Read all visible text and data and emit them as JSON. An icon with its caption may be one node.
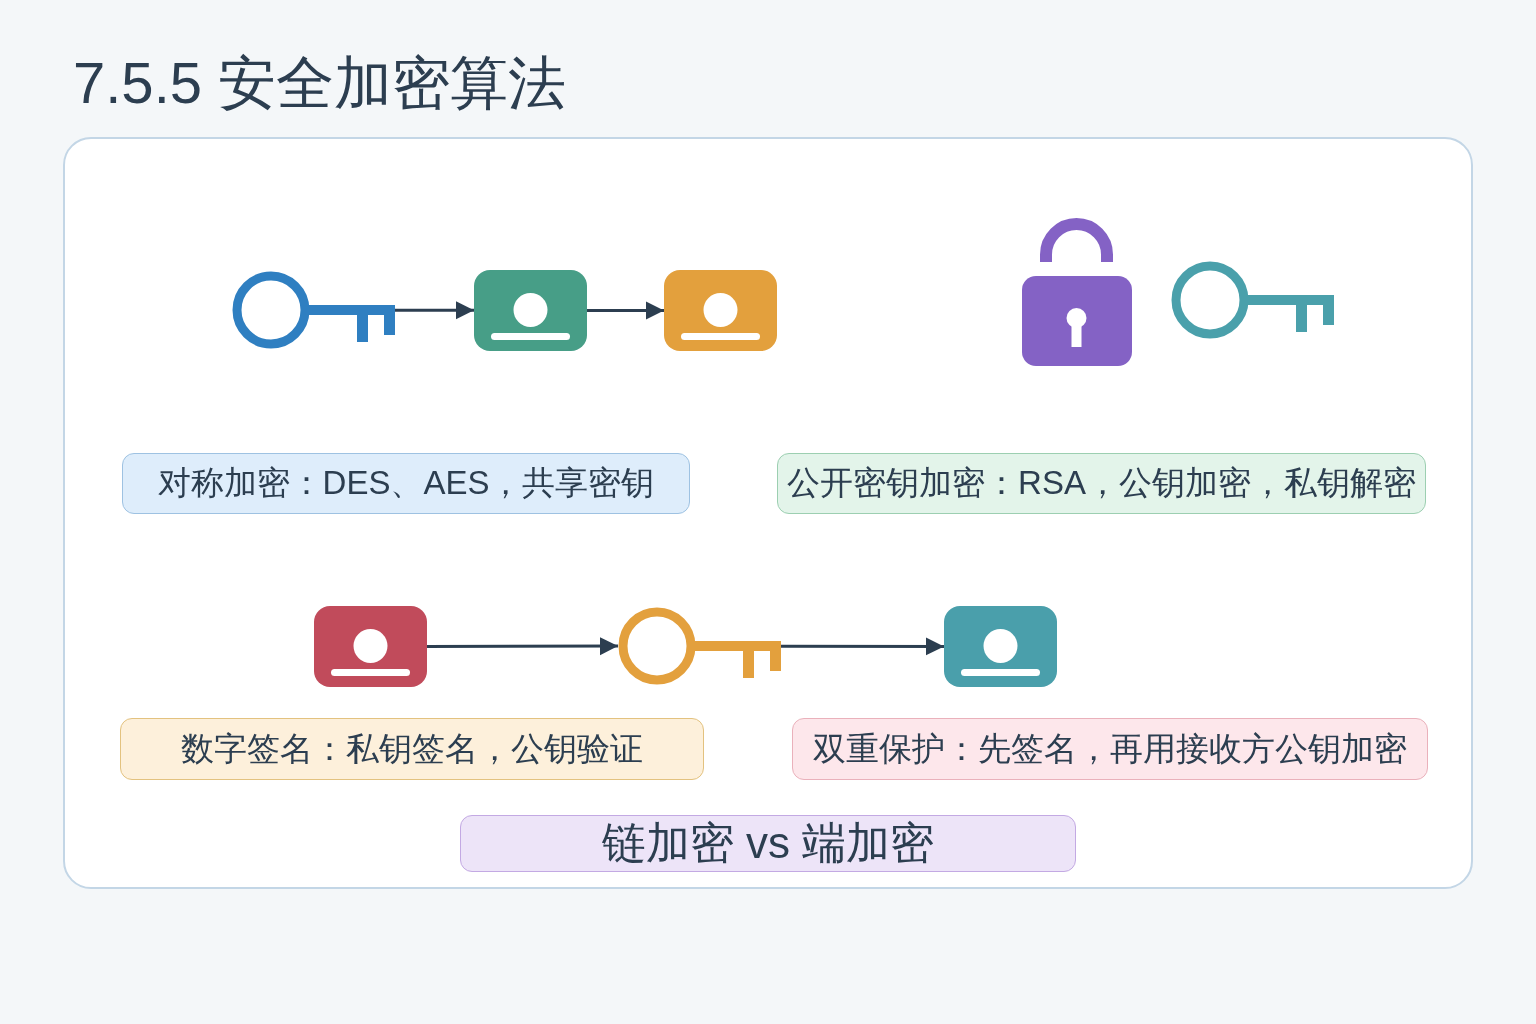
{
  "diagram": {
    "title": "7.5.5 安全加密算法",
    "nodes": [
      {
        "text": [],
        "shape": "key"
      },
      {
        "text": [],
        "shape": "card"
      },
      {
        "text": [],
        "shape": "card"
      },
      {
        "text": [
          "对称加密：DES、AES，共享密钥"
        ]
      },
      {
        "text": [
          "公开密钥加密：RSA，公钥加密，私钥解密"
        ]
      },
      {
        "text": [],
        "shape": "card"
      },
      {
        "text": [],
        "shape": "key"
      },
      {
        "text": [],
        "shape": "card"
      },
      {
        "text": [
          "数字签名：私钥签名，公钥验证"
        ]
      },
      {
        "text": [
          "双重保护：先签名，再用接收方公钥加密"
        ]
      },
      {
        "text": [
          "链加密 vs 端加密"
        ]
      }
    ],
    "edges": [
      {
        "from": 0,
        "to": 1,
        "arrow": "to"
      },
      {
        "from": 1,
        "to": 2,
        "arrow": "to"
      },
      {
        "from": 5,
        "to": 6,
        "arrow": "to"
      },
      {
        "from": 6,
        "to": 7,
        "arrow": "to"
      }
    ]
  }
}
